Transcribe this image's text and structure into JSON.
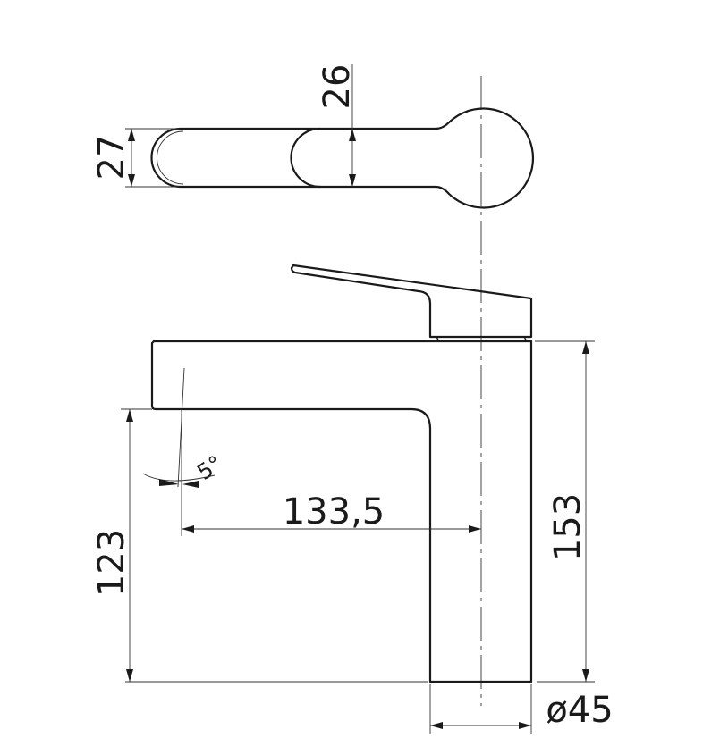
{
  "drawing": {
    "title": "Faucet dimension drawing",
    "dimensions": {
      "handle_width": "27",
      "handle_neck": "26",
      "spout_angle": "5°",
      "spout_reach": "133,5",
      "spout_height": "123",
      "total_height": "153",
      "base_diameter": "ø45"
    },
    "line_color": "#1a1a1a"
  }
}
